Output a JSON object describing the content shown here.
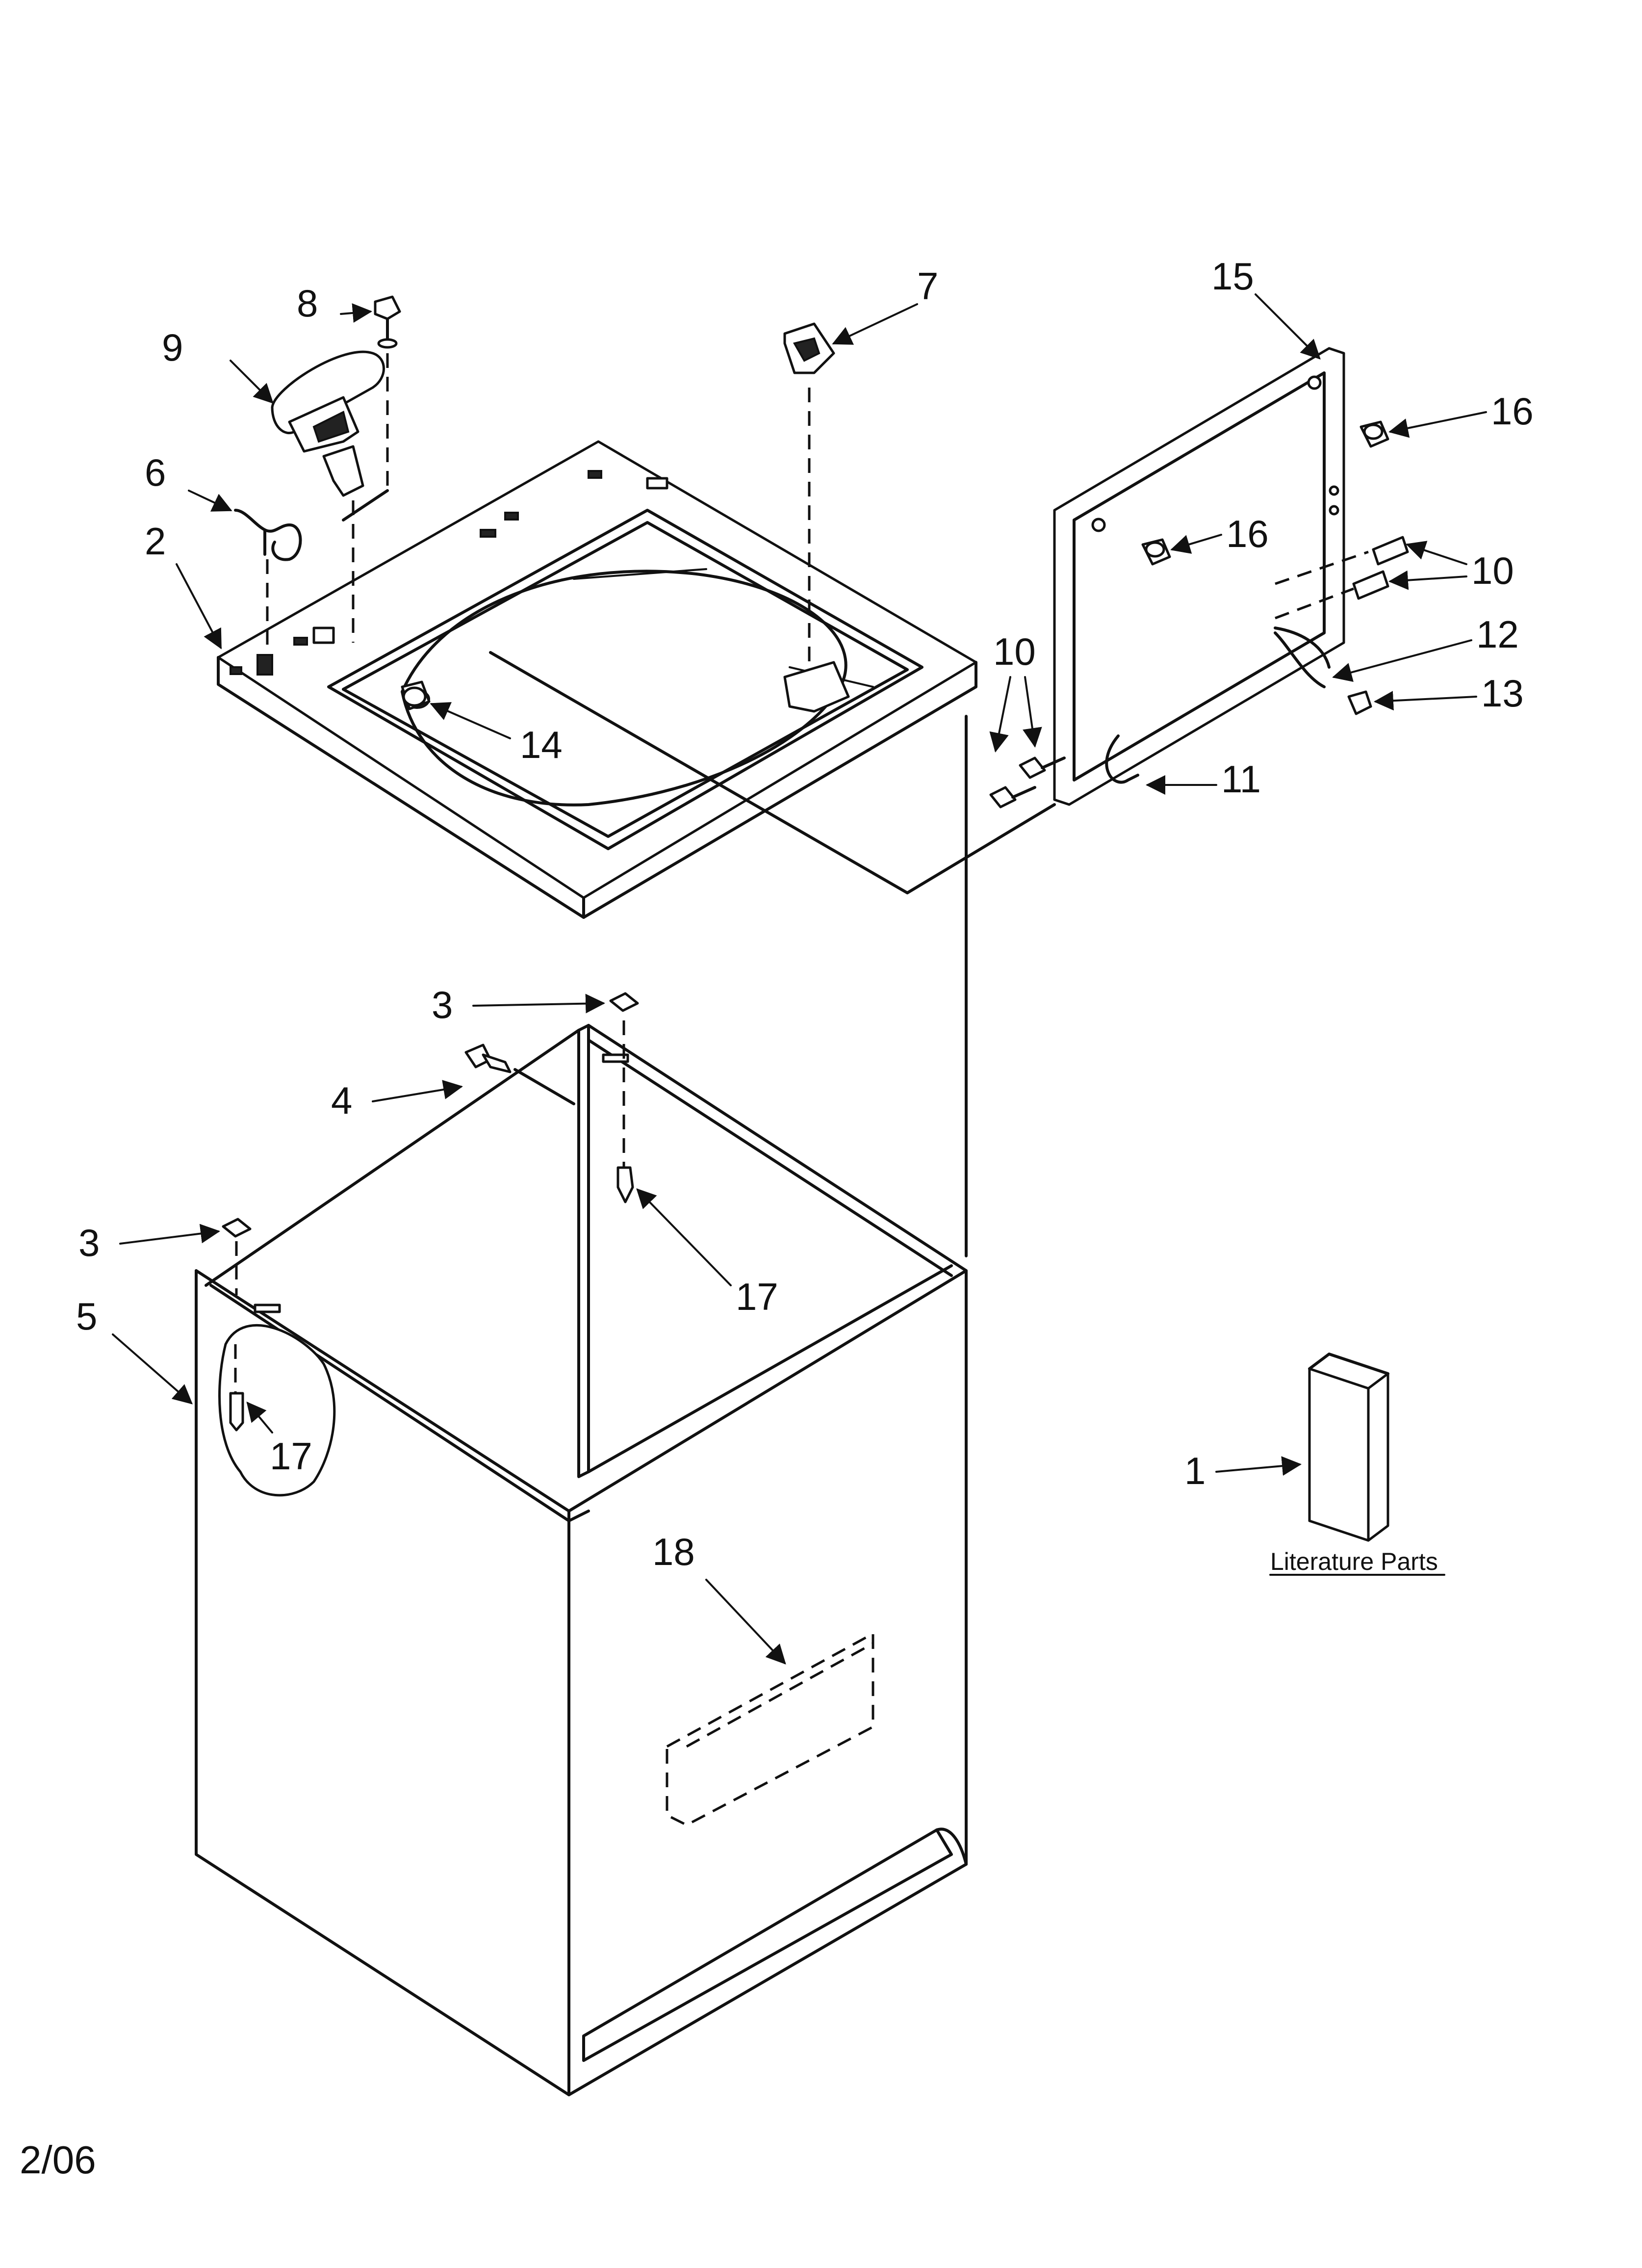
{
  "callouts": {
    "c1": "1",
    "c2": "2",
    "c3a": "3",
    "c3b": "3",
    "c4": "4",
    "c5": "5",
    "c6": "6",
    "c7": "7",
    "c8": "8",
    "c9": "9",
    "c10a": "10",
    "c10b": "10",
    "c11": "11",
    "c12": "12",
    "c13": "13",
    "c14": "14",
    "c15": "15",
    "c16a": "16",
    "c16b": "16",
    "c17a": "17",
    "c17b": "17",
    "c18": "18"
  },
  "literature_label": "Literature Parts",
  "revision_date": "2/06"
}
